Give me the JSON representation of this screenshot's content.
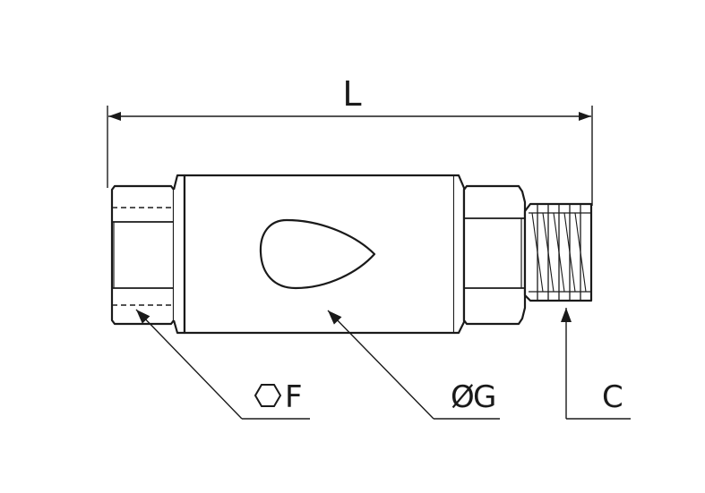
{
  "dimensions": {
    "length_label": "L",
    "hex_label": "F",
    "diameter_label": "G",
    "diameter_symbol": "Ø",
    "thread_label": "C"
  },
  "icons": {
    "hex_symbol": "hexagon-icon"
  },
  "colors": {
    "line": "#1a1a1a",
    "background": "#ffffff"
  }
}
